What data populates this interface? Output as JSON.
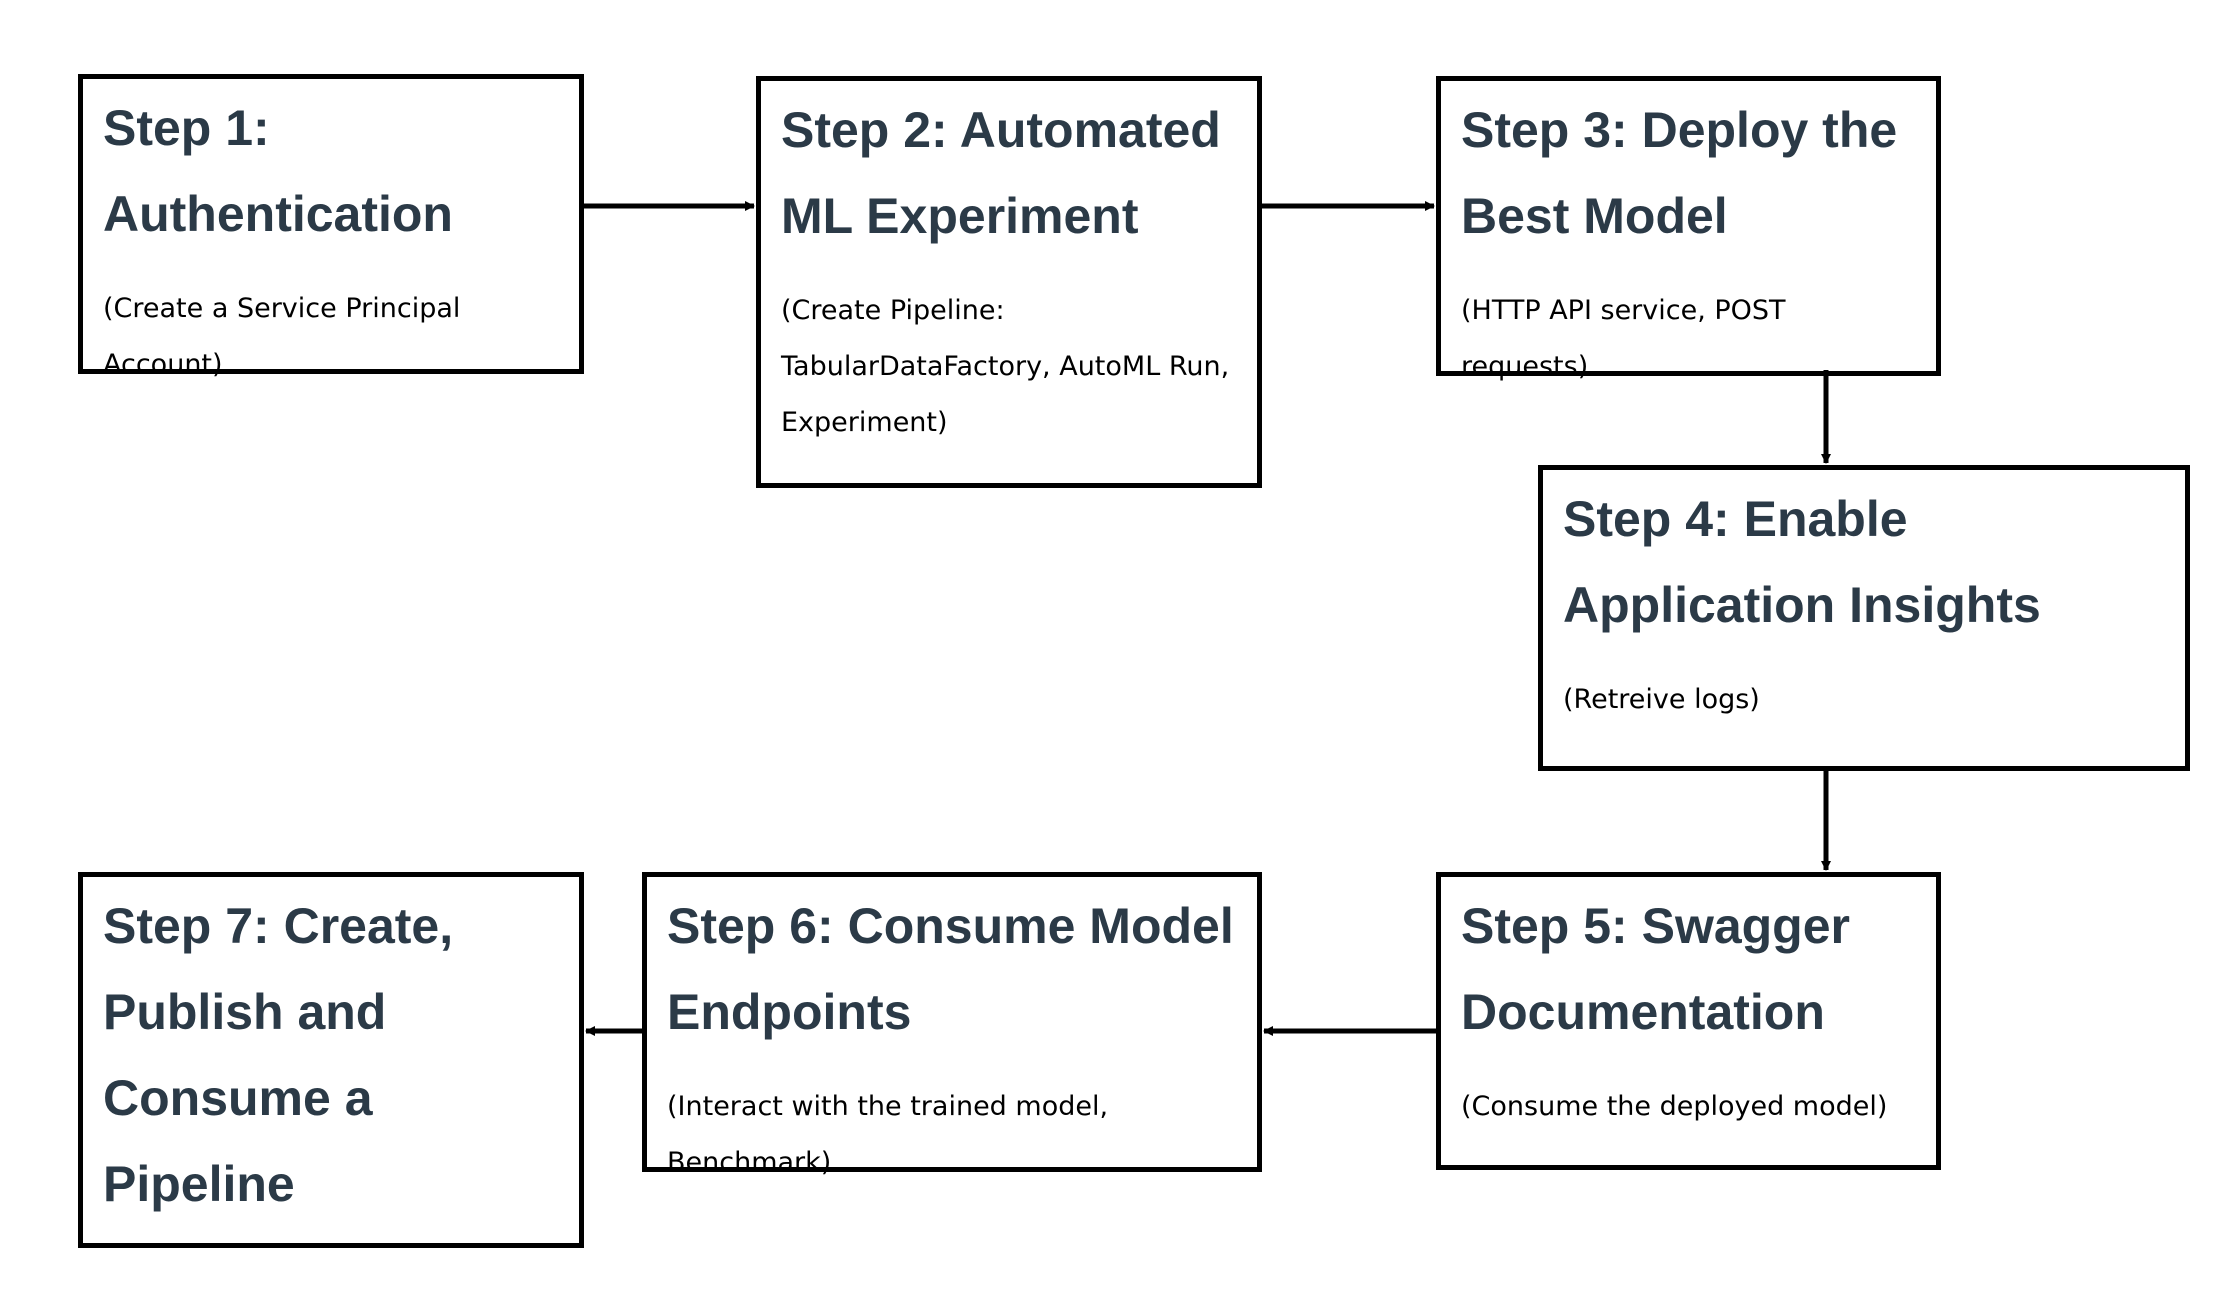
{
  "steps": [
    {
      "title": "Step 1:\nAuthentication",
      "note": "(Create a Service Principal Account)"
    },
    {
      "title": "Step 2: Automated\nML Experiment",
      "note": "(Create Pipeline:\nTabularDataFactory, AutoML Run,\nExperiment)"
    },
    {
      "title": "Step 3: Deploy the\nBest Model",
      "note": "(HTTP API service, POST requests)"
    },
    {
      "title": "Step 4: Enable\nApplication Insights",
      "note": "(Retreive logs)"
    },
    {
      "title": "Step 5: Swagger\nDocumentation",
      "note": "(Consume the deployed model)"
    },
    {
      "title": "Step 6: Consume Model\nEndpoints",
      "note": "(Interact with the trained model, Benchmark)"
    },
    {
      "title": "Step 7: Create,\nPublish and\nConsume a\nPipeline",
      "note": ""
    }
  ]
}
